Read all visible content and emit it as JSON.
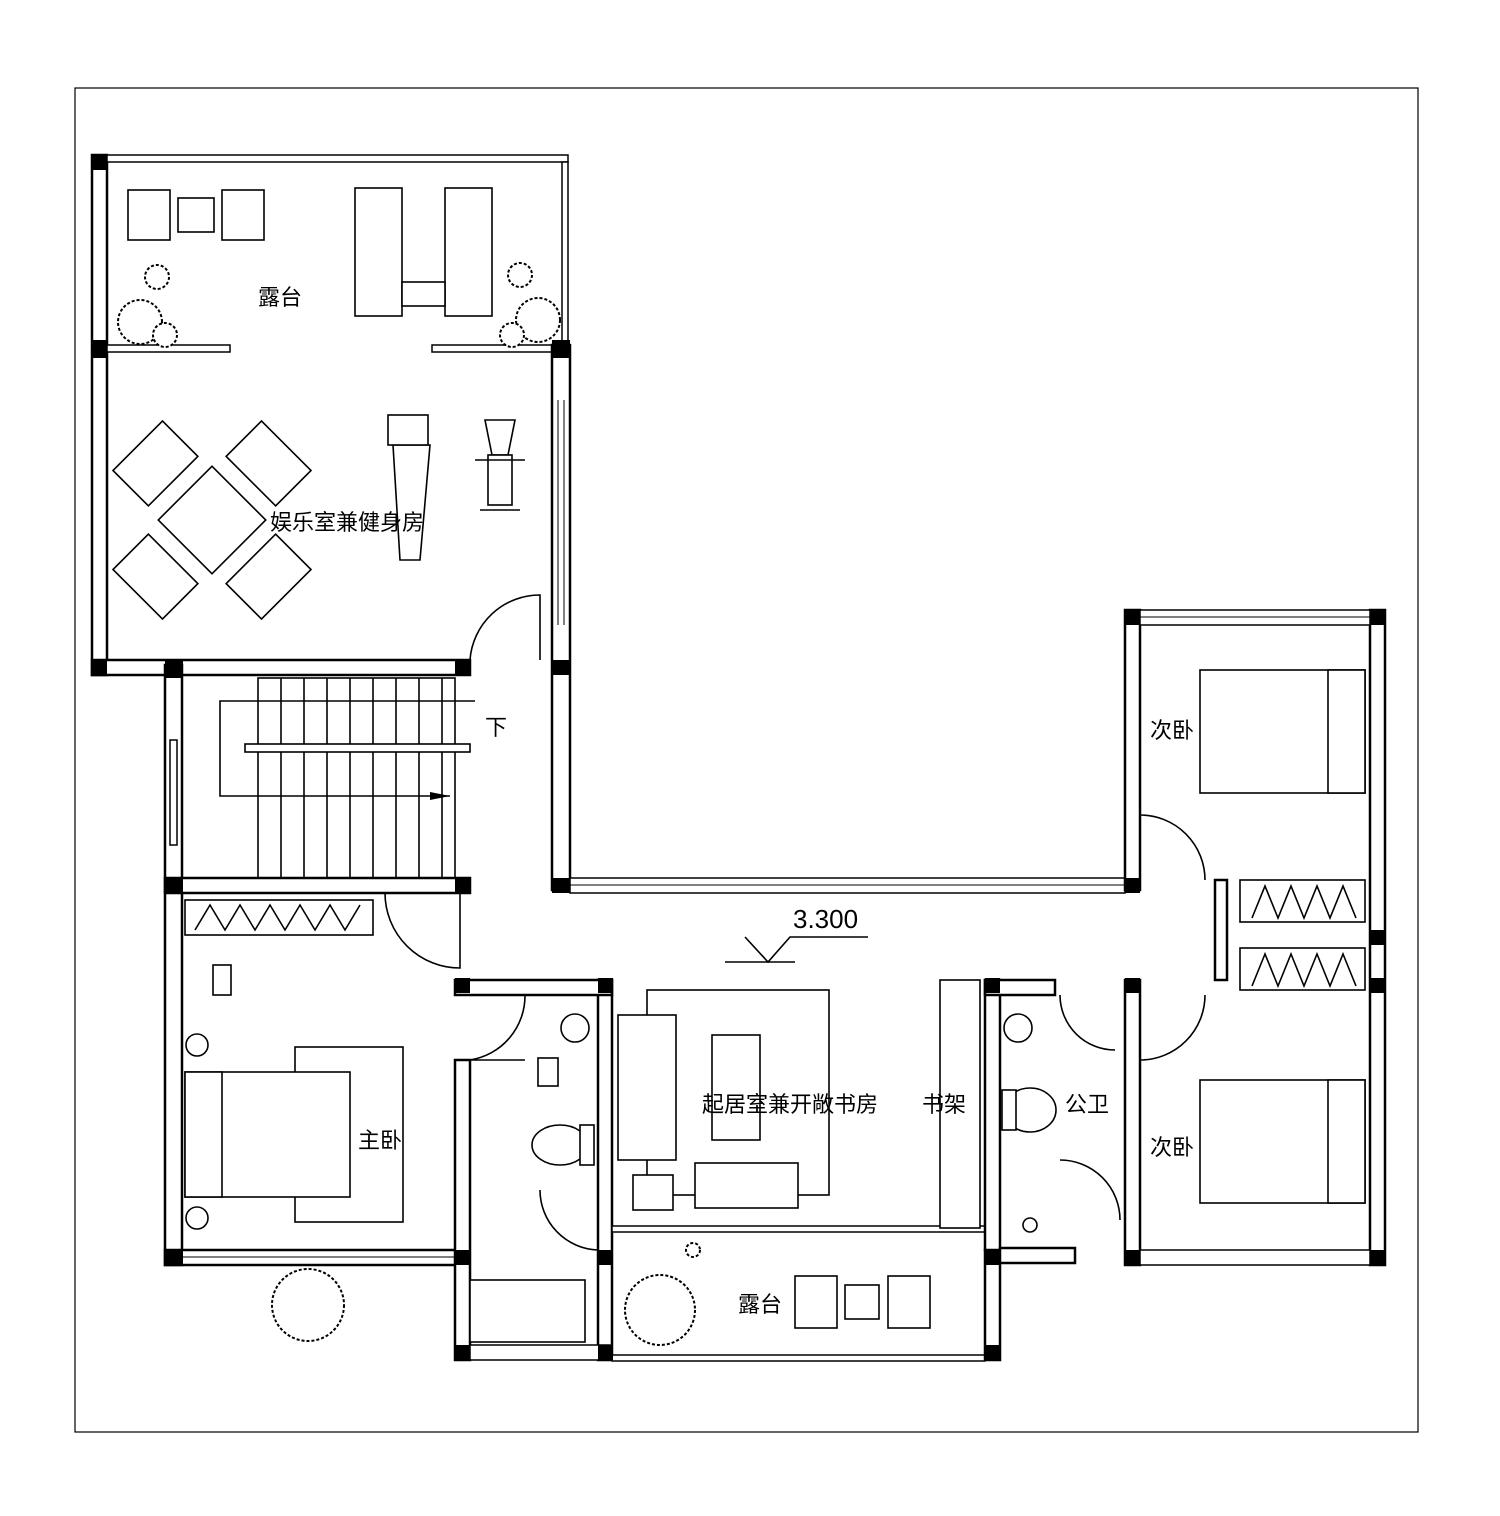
{
  "plan": {
    "labels": {
      "terrace_top": "露台",
      "gym": "娱乐室兼健身房",
      "stair_down": "下",
      "bedroom_secondary_1": "次卧",
      "bedroom_secondary_2": "次卧",
      "living": "起居室兼开敞书房",
      "bookshelf": "书架",
      "public_bath": "公卫",
      "master": "主卧",
      "terrace_bottom": "露台"
    },
    "elevation": "3.300"
  }
}
